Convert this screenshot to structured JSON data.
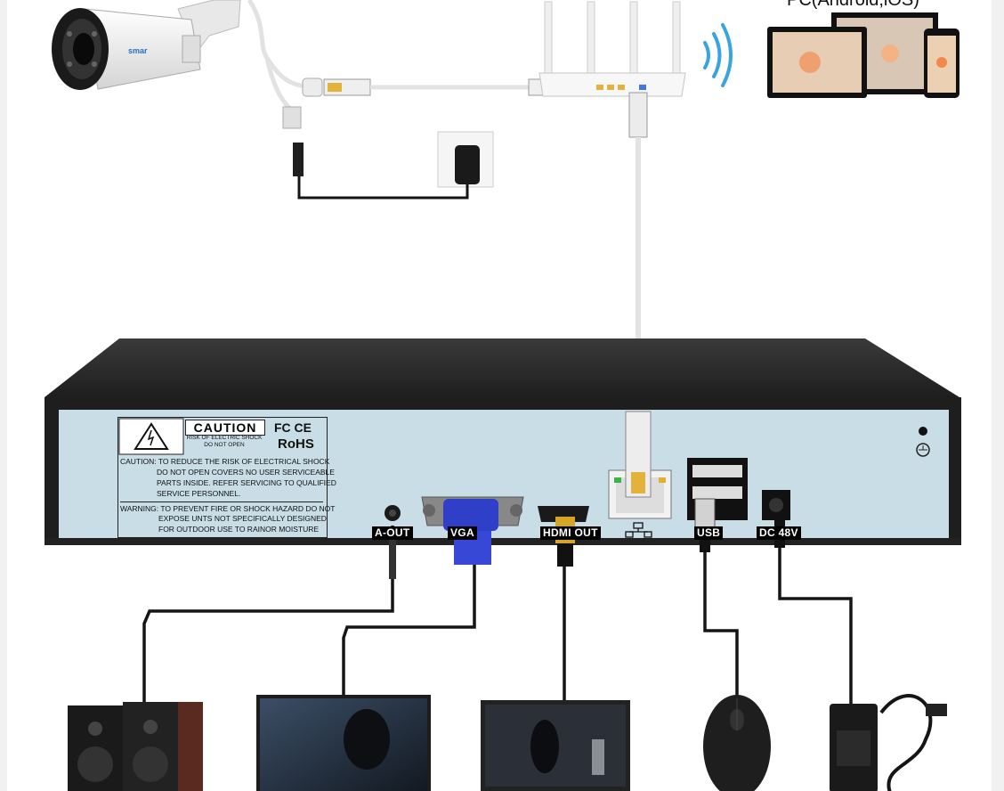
{
  "header": {
    "devices_label": "PC(Android,iOS)"
  },
  "camera": {
    "brand": "smar"
  },
  "caution": {
    "title": "CAUTION",
    "subtitle_1": "RISK OF ELECTRIC SHOCK",
    "subtitle_2": "DO NOT OPEN",
    "cert_1": "FC CE",
    "cert_2": "RoHS",
    "line_1": "CAUTION: TO REDUCE THE RISK OF ELECTRICAL SHOCK",
    "line_2": "DO NOT OPEN COVERS NO USER SERVICEABLE",
    "line_3": "PARTS INSIDE. REFER SERVICING TO QUALIFIED",
    "line_4": "SERVICE PERSONNEL.",
    "line_5": "WARNING: TO PREVENT FIRE OR SHOCK HAZARD DO NOT",
    "line_6": "EXPOSE UNTS NOT SPECIFICALLY DESIGNED",
    "line_7": "FOR OUTDOOR USE TO RAINOR MOISTURE"
  },
  "ports": {
    "audio_out": "A-OUT",
    "vga": "VGA",
    "hdmi": "HDMI OUT",
    "usb": "USB",
    "dc": "DC 48V"
  },
  "colors": {
    "nvr_top": "#2d2d2d",
    "nvr_panel": "#c9dde6",
    "cable_white": "#e6e6e6",
    "cable_black": "#151515",
    "vga_blue": "#2f3fc8",
    "wifi_blue": "#39a5e0"
  }
}
